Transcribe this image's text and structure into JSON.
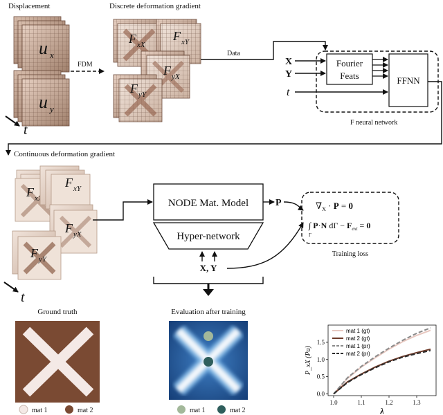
{
  "labels": {
    "displacement": "Displacement",
    "discrete_gradient": "Discrete deformation gradient",
    "fdm": "FDM",
    "data": "Data",
    "continuous_gradient": "Continuous deformation gradient",
    "f_neural_network": "F neural network",
    "fourier_line1": "Fourier",
    "fourier_line2": "Feats",
    "ffnn": "FFNN",
    "node_model": "NODE Mat. Model",
    "hyper_network": "Hyper-network",
    "training_loss": "Training loss",
    "ground_truth": "Ground truth",
    "evaluation": "Evaluation after training",
    "inputs": {
      "X": "X",
      "Y": "Y",
      "t": "t",
      "xy": "X, Y",
      "P": "P"
    },
    "time": "t"
  },
  "materials": {
    "gt": [
      {
        "label": "mat 1",
        "color": "#f4e9e6"
      },
      {
        "label": "mat 2",
        "color": "#7a4a33"
      }
    ],
    "eval": [
      {
        "label": "mat 1",
        "color": "#a3b89a"
      },
      {
        "label": "mat 2",
        "color": "#2f5e5c"
      }
    ]
  },
  "colors": {
    "ground_truth_bg": "#7a4a33",
    "ground_truth_fg": "#f4e9e6",
    "eval_bg": "#1c4f8c",
    "eval_fg": "#f2f6fb"
  },
  "chart_data": {
    "type": "line",
    "xlabel": "λ",
    "ylabel": "P_xX (Pa)",
    "xlim": [
      0.98,
      1.37
    ],
    "ylim": [
      -0.05,
      2.0
    ],
    "xticks": [
      1.0,
      1.1,
      1.2,
      1.3
    ],
    "yticks": [
      0.0,
      0.5,
      1.0,
      1.5
    ],
    "grid": false,
    "legend_position": "top-left",
    "x": [
      1.0,
      1.05,
      1.1,
      1.15,
      1.2,
      1.25,
      1.3,
      1.35
    ],
    "series": [
      {
        "name": "mat 1 (gt)",
        "color": "#e8c8c0",
        "dash": "solid",
        "values": [
          0.0,
          0.45,
          0.78,
          1.05,
          1.3,
          1.52,
          1.7,
          1.85
        ]
      },
      {
        "name": "mat 2 (gt)",
        "color": "#6e3b2a",
        "dash": "solid",
        "values": [
          0.0,
          0.35,
          0.58,
          0.78,
          0.95,
          1.09,
          1.2,
          1.3
        ]
      },
      {
        "name": "mat 1 (pr)",
        "color": "#8a8a8a",
        "dash": "dashed",
        "values": [
          0.0,
          0.47,
          0.8,
          1.08,
          1.33,
          1.56,
          1.76,
          1.92
        ]
      },
      {
        "name": "mat 2 (pr)",
        "color": "#2c2c2c",
        "dash": "dashed",
        "values": [
          0.0,
          0.33,
          0.56,
          0.76,
          0.93,
          1.07,
          1.17,
          1.26
        ]
      }
    ]
  }
}
